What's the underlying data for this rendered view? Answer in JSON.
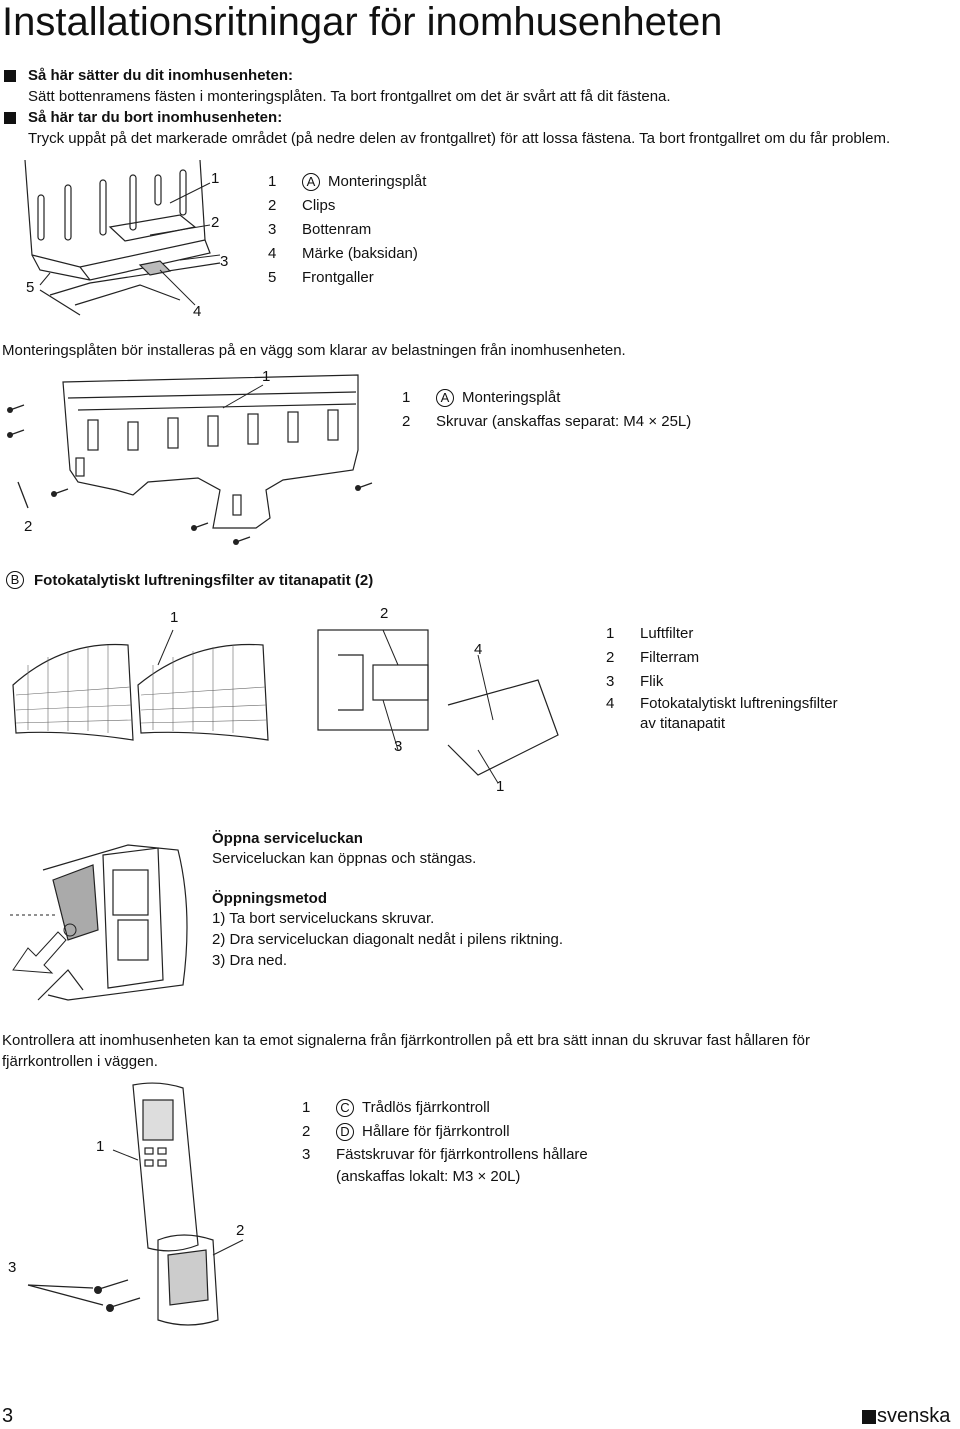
{
  "title": "Installationsritningar för inomhusenheten",
  "install": {
    "heading": "Så här sätter du dit inomhusenheten:",
    "text": "Sätt bottenramens fästen i monteringsplåten. Ta bort frontgallret om det är svårt att få dit fästena."
  },
  "remove": {
    "heading": "Så här tar du bort inomhusenheten:",
    "text": "Tryck uppåt på det markerade området (på nedre delen av frontgallret) för att lossa fästena. Ta bort frontgallret om du får problem."
  },
  "fig1": {
    "callouts": [
      "1",
      "2",
      "3",
      "4",
      "5"
    ],
    "legend": [
      {
        "num": "1",
        "letter": "A",
        "label": "Monteringsplåt"
      },
      {
        "num": "2",
        "letter": "",
        "label": "Clips"
      },
      {
        "num": "3",
        "letter": "",
        "label": "Bottenram"
      },
      {
        "num": "4",
        "letter": "",
        "label": "Märke (baksidan)"
      },
      {
        "num": "5",
        "letter": "",
        "label": "Frontgaller"
      }
    ]
  },
  "plate_note": "Monteringsplåten bör installeras på en vägg som klarar av belastningen från inomhusenheten.",
  "fig2": {
    "callouts": [
      "1",
      "2"
    ],
    "legend": [
      {
        "num": "1",
        "letter": "A",
        "label": "Monteringsplåt"
      },
      {
        "num": "2",
        "letter": "",
        "label": "Skruvar (anskaffas separat: M4 × 25L)"
      }
    ]
  },
  "filter": {
    "letter": "B",
    "heading": "Fotokatalytiskt luftreningsfilter av titanapatit (2)",
    "callouts": [
      "1",
      "2",
      "3",
      "4",
      "1"
    ],
    "legend": [
      {
        "num": "1",
        "label": "Luftfilter"
      },
      {
        "num": "2",
        "label": "Filterram"
      },
      {
        "num": "3",
        "label": "Flik"
      },
      {
        "num": "4",
        "label": "Fotokatalytiskt luftreningsfilter"
      },
      {
        "num": "",
        "label": "av titanapatit"
      }
    ]
  },
  "service": {
    "heading": "Öppna serviceluckan",
    "text": "Serviceluckan kan öppnas och stängas.",
    "method_heading": "Öppningsmetod",
    "steps": [
      "1) Ta bort serviceluckans skruvar.",
      "2) Dra serviceluckan diagonalt nedåt i pilens riktning.",
      "3) Dra ned."
    ]
  },
  "remote_note_line1": "Kontrollera att inomhusenheten kan ta emot signalerna från fjärrkontrollen på ett bra sätt innan du skruvar fast hållaren för",
  "remote_note_line2": "fjärrkontrollen i väggen.",
  "fig4": {
    "callouts": [
      "1",
      "2",
      "3"
    ],
    "legend": [
      {
        "num": "1",
        "letter": "C",
        "label": "Trådlös fjärrkontroll"
      },
      {
        "num": "2",
        "letter": "D",
        "label": "Hållare för fjärrkontroll"
      },
      {
        "num": "3",
        "letter": "",
        "label": "Fästskruvar för fjärrkontrollens hållare"
      },
      {
        "num": "",
        "letter": "",
        "label": "(anskaffas lokalt: M3 × 20L)"
      }
    ]
  },
  "footer": {
    "page": "3",
    "language": "svenska"
  }
}
